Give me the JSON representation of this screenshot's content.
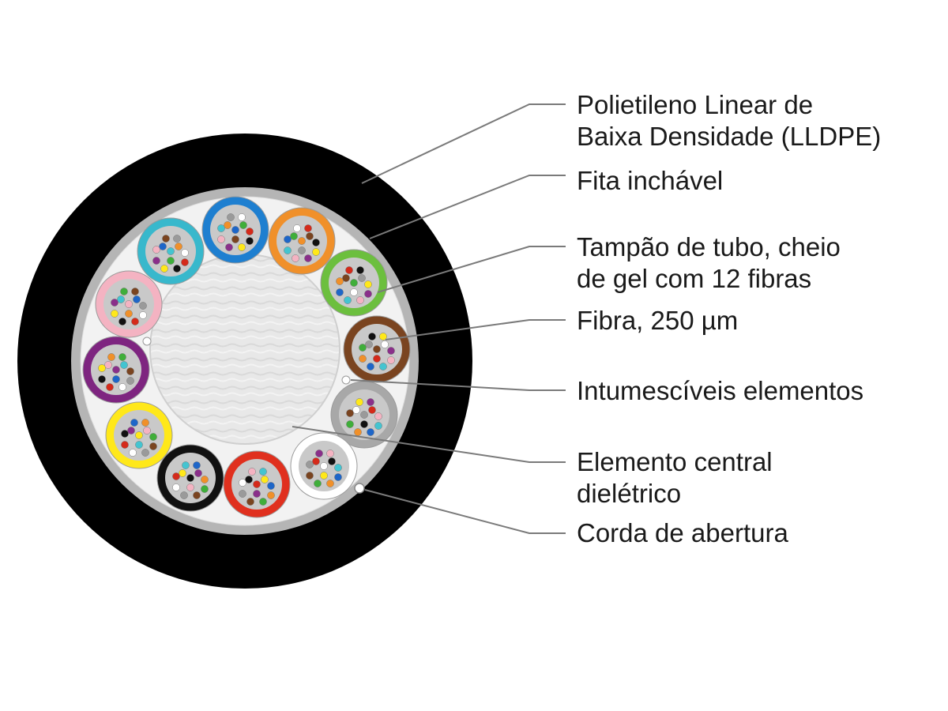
{
  "labels": {
    "jacket": [
      "Polietileno Linear de",
      "Baixa Densidade (LLDPE)"
    ],
    "swell_tape": [
      "Fita inchável"
    ],
    "loose_tube": [
      "Tampão de tubo, cheio",
      "de gel com 12 fibras"
    ],
    "fiber": [
      "Fibra, 250 µm"
    ],
    "swellable_yarn": [
      "Intumescíveis elementos"
    ],
    "central_member": [
      "Elemento central",
      "dielétrico"
    ],
    "ripcord": [
      "Corda de abertura"
    ]
  },
  "colors": {
    "jacket": "#000000",
    "swell_tape": "#b5b5b5",
    "fill": "#f2f2f2",
    "central_member": "#e6e6e6",
    "tube_inner": "#c9c9c9",
    "leader_line": "#7a7a7a"
  },
  "tube_colors": [
    "#1e7fd0",
    "#f0902a",
    "#6cbf3e",
    "#7a4420",
    "#a8a8a8",
    "#ffffff",
    "#e0301e",
    "#111111",
    "#ffe81a",
    "#7e2580",
    "#f4b3c2",
    "#38b8cc"
  ],
  "fiber_colors": [
    "#1e66c8",
    "#f0902a",
    "#3fae3a",
    "#7a4420",
    "#9a9a9a",
    "#ffffff",
    "#d42a1a",
    "#111111",
    "#ffe81a",
    "#8a2f8a",
    "#f4b3c2",
    "#44c4d0"
  ]
}
